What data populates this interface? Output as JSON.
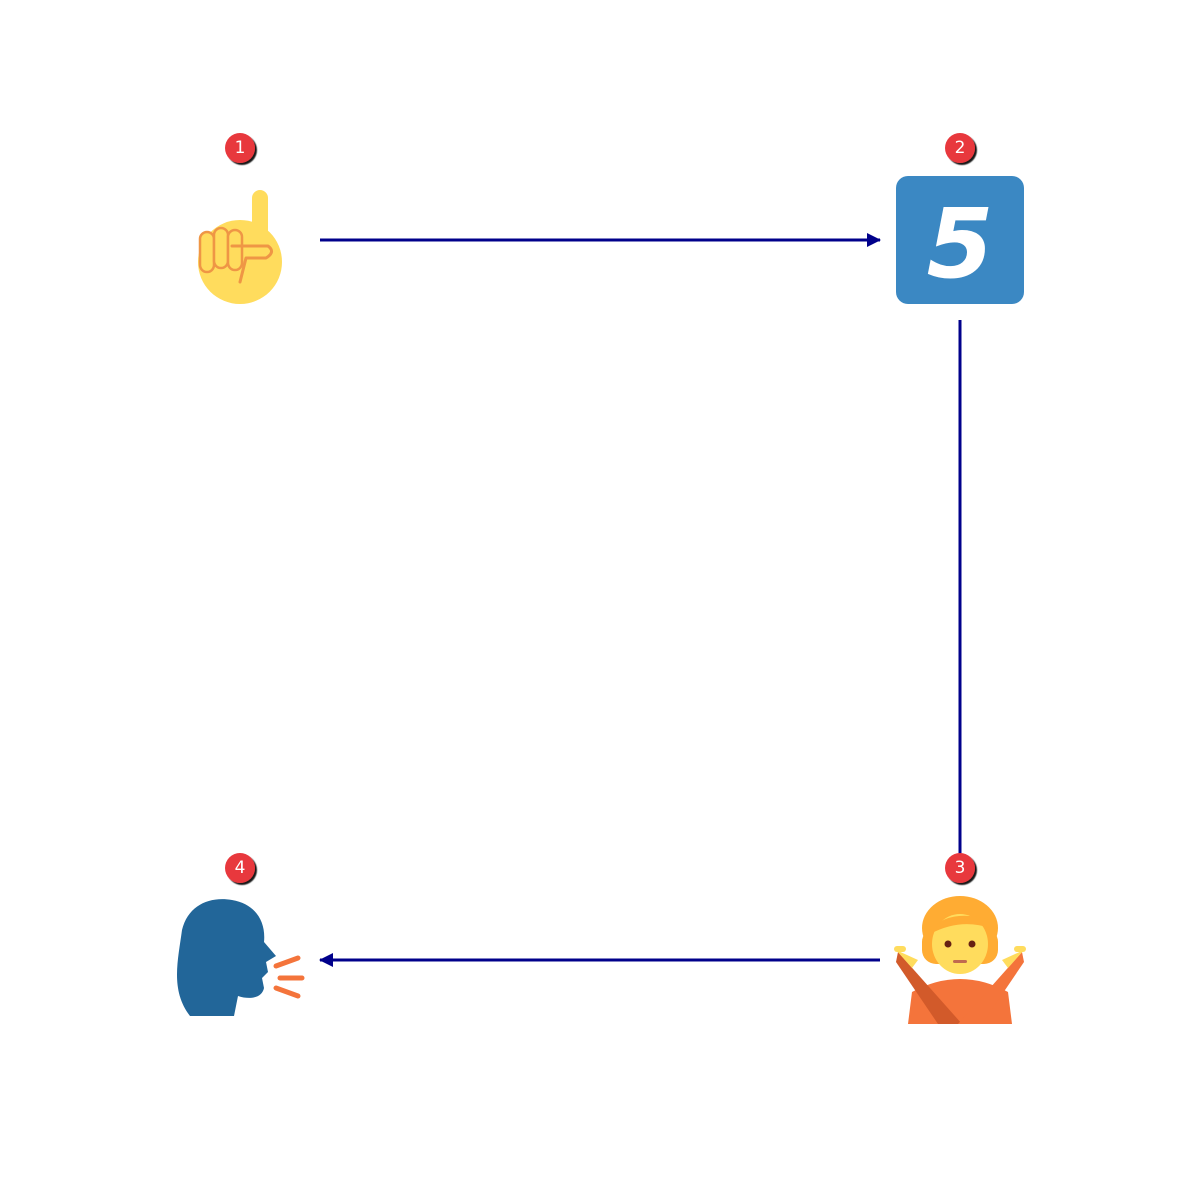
{
  "steps": [
    {
      "number": "1",
      "icon": "index-pointing-up-icon"
    },
    {
      "number": "2",
      "icon": "keycap-digit-five-icon",
      "tile_text": "5"
    },
    {
      "number": "3",
      "icon": "person-gesturing-no-icon"
    },
    {
      "number": "4",
      "icon": "speaking-head-icon"
    }
  ],
  "connectors": [
    {
      "from": "1",
      "to": "2"
    },
    {
      "from": "2",
      "to": "3"
    },
    {
      "from": "3",
      "to": "4"
    }
  ],
  "colors": {
    "arrow": "#00008b",
    "badge": "#e8383d",
    "keycap_tile": "#3b88c3",
    "skin": "#ffdc5d",
    "finger_line": "#ef9645",
    "hair": "#ffac33",
    "shirt": "#f4743b",
    "shirt_dark": "#d25a2a",
    "head_silhouette": "#226699"
  }
}
